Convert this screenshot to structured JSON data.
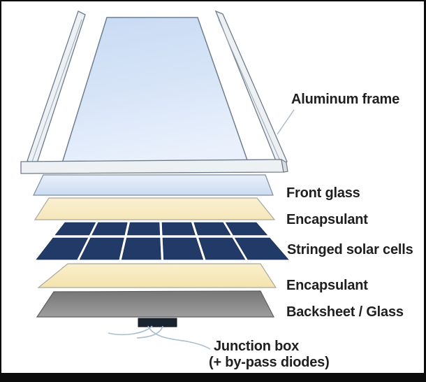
{
  "labels": {
    "aluminum_frame": "Aluminum frame",
    "front_glass": "Front glass",
    "encapsulant_top": "Encapsulant",
    "stringed_solar_cells": "Stringed solar cells",
    "encapsulant_bottom": "Encapsulant",
    "backsheet": "Backsheet / Glass",
    "junction_box_line1": "Junction box",
    "junction_box_line2": "(+ by-pass diodes)"
  },
  "layers_order": [
    "Aluminum frame",
    "Front glass",
    "Encapsulant",
    "Stringed solar cells",
    "Encapsulant",
    "Backsheet / Glass",
    "Junction box (+ by-pass diodes)"
  ],
  "solar_cells": {
    "rows": 2,
    "columns": 6
  },
  "colors": {
    "cell": "#213a68",
    "cell_edge": "#16294a",
    "encapsulant": "#f9eeca",
    "encapsulant_deep": "#f4e3ae",
    "glass_dark": "#c7daf3",
    "glass_light": "#eaf1fc",
    "thin_glass_top": "#e9f0fa",
    "thin_glass_bottom": "#ccdcf2",
    "backsheet_dark": "#767676",
    "backsheet_light": "#9e9e9e",
    "frame_fill": "#eef1f4",
    "frame_stroke": "#6e7b8a",
    "junction_box": "#1a2330",
    "wire": "#a9bfd0",
    "leader_line": "#a9b8c6",
    "text": "#1f1f1f",
    "border": "#0c0c0c"
  }
}
